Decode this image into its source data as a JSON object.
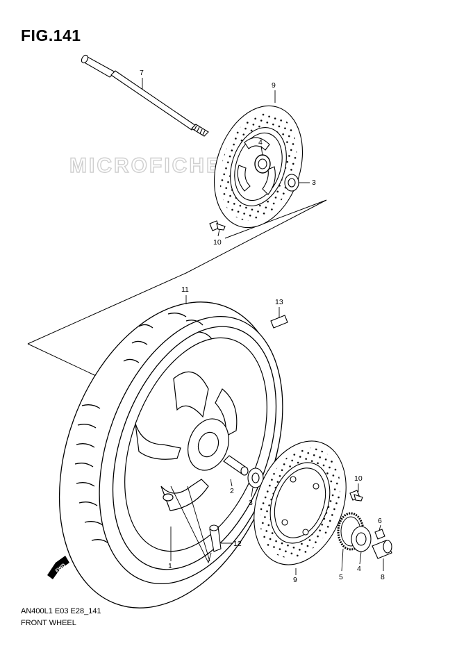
{
  "figure": {
    "title": "FIG.141",
    "code": "AN400L1 E03 E28_141",
    "caption": "FRONT WHEEL"
  },
  "watermark": "MICROFICHES.NET",
  "fwd_label": "FWD",
  "callouts": [
    {
      "id": "callout-7",
      "label": "7"
    },
    {
      "id": "callout-9-top",
      "label": "9"
    },
    {
      "id": "callout-4-top",
      "label": "4"
    },
    {
      "id": "callout-3-top",
      "label": "3"
    },
    {
      "id": "callout-10-top",
      "label": "10"
    },
    {
      "id": "callout-11",
      "label": "11"
    },
    {
      "id": "callout-13",
      "label": "13"
    },
    {
      "id": "callout-2",
      "label": "2"
    },
    {
      "id": "callout-3-mid",
      "label": "3"
    },
    {
      "id": "callout-10-right",
      "label": "10"
    },
    {
      "id": "callout-6",
      "label": "6"
    },
    {
      "id": "callout-12",
      "label": "12"
    },
    {
      "id": "callout-1",
      "label": "1"
    },
    {
      "id": "callout-9-bottom",
      "label": "9"
    },
    {
      "id": "callout-5",
      "label": "5"
    },
    {
      "id": "callout-4-bottom",
      "label": "4"
    },
    {
      "id": "callout-8",
      "label": "8"
    }
  ],
  "colors": {
    "line": "#000000",
    "watermark": "#cfcfcf",
    "background": "#ffffff"
  }
}
